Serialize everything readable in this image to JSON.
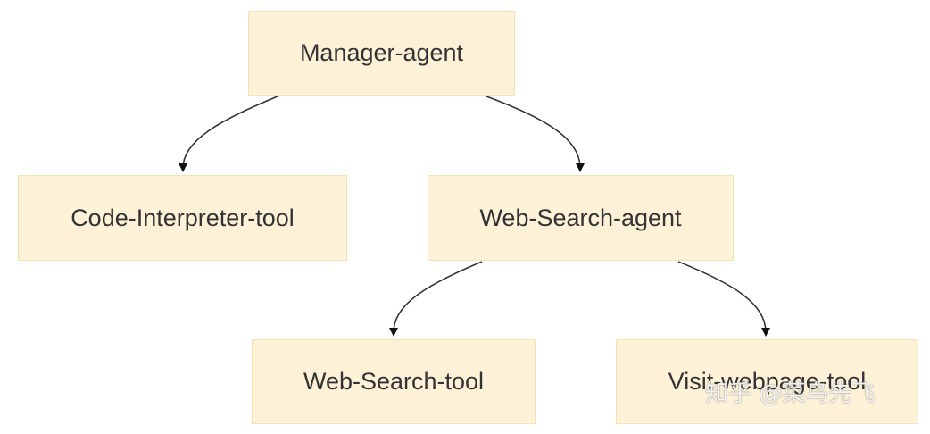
{
  "nodes": {
    "manager": "Manager-agent",
    "code_interpreter": "Code-Interpreter-tool",
    "web_search_agent": "Web-Search-agent",
    "web_search_tool": "Web-Search-tool",
    "visit_webpage": "Visit-webpage-tool"
  },
  "edges": [
    {
      "from": "Manager-agent",
      "to": "Code-Interpreter-tool"
    },
    {
      "from": "Manager-agent",
      "to": "Web-Search-agent"
    },
    {
      "from": "Web-Search-agent",
      "to": "Web-Search-tool"
    },
    {
      "from": "Web-Search-agent",
      "to": "Visit-webpage-tool"
    }
  ],
  "colors": {
    "node_fill": "#fdf2d8",
    "node_border": "#f4e1b4",
    "edge": "#333333"
  },
  "watermark": "知乎 @菜鸟先飞"
}
